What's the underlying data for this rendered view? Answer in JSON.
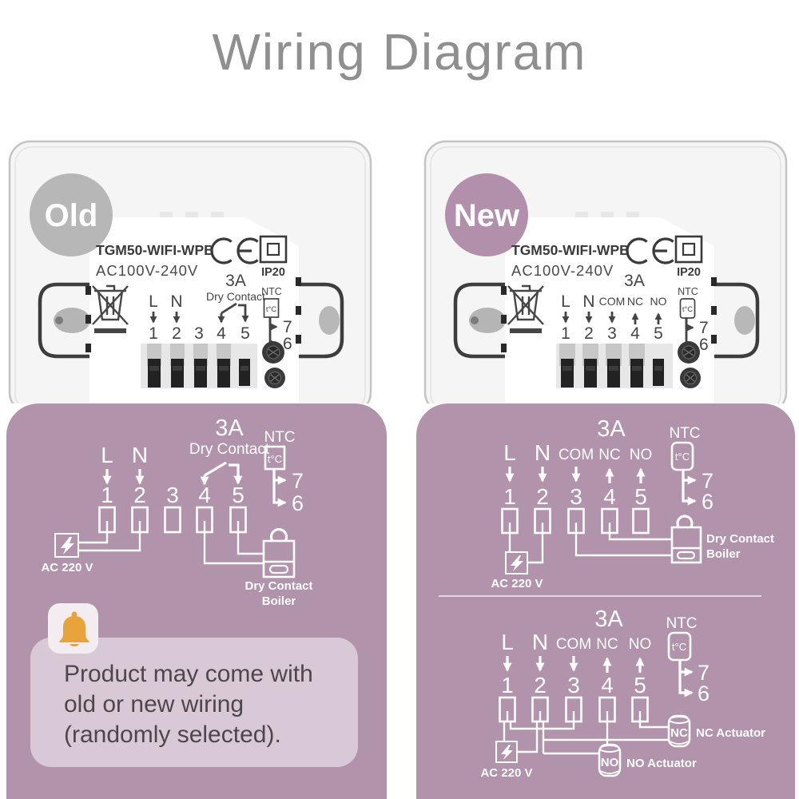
{
  "title": "Wiring Diagram",
  "badges": {
    "old": "Old",
    "new": "New"
  },
  "device": {
    "model": "TGM50-WIFI-WPB",
    "voltage": "AC100V-240V",
    "ip_rating": "IP20",
    "amp_rating": "3A",
    "dry_contact": "Dry Contact",
    "ntc": "NTC",
    "probe": "t°C"
  },
  "terminals": {
    "l": "L",
    "n": "N",
    "com": "COM",
    "nc": "NC",
    "no": "NO",
    "t1": "1",
    "t2": "2",
    "t3": "3",
    "t4": "4",
    "t5": "5",
    "t6": "6",
    "t7": "7"
  },
  "schematic": {
    "power": "AC 220 V",
    "boiler_line1": "Dry Contact",
    "boiler_line2": "Boiler",
    "nc_tag": "NC",
    "no_tag": "NO",
    "nc_actuator": "NC Actuator",
    "no_actuator": "NO Actuator"
  },
  "note": {
    "line1": "Product may come with",
    "line2": "old or new wiring",
    "line3": "(randomly selected)."
  },
  "colors": {
    "panel": "#b193ab",
    "badge_old": "#b8b7b7",
    "badge_new": "#b290ac",
    "note_bg": "#d9c9d6",
    "bell": "#e7a33c",
    "title": "#8f8f8f",
    "wire": "#ffffff"
  }
}
